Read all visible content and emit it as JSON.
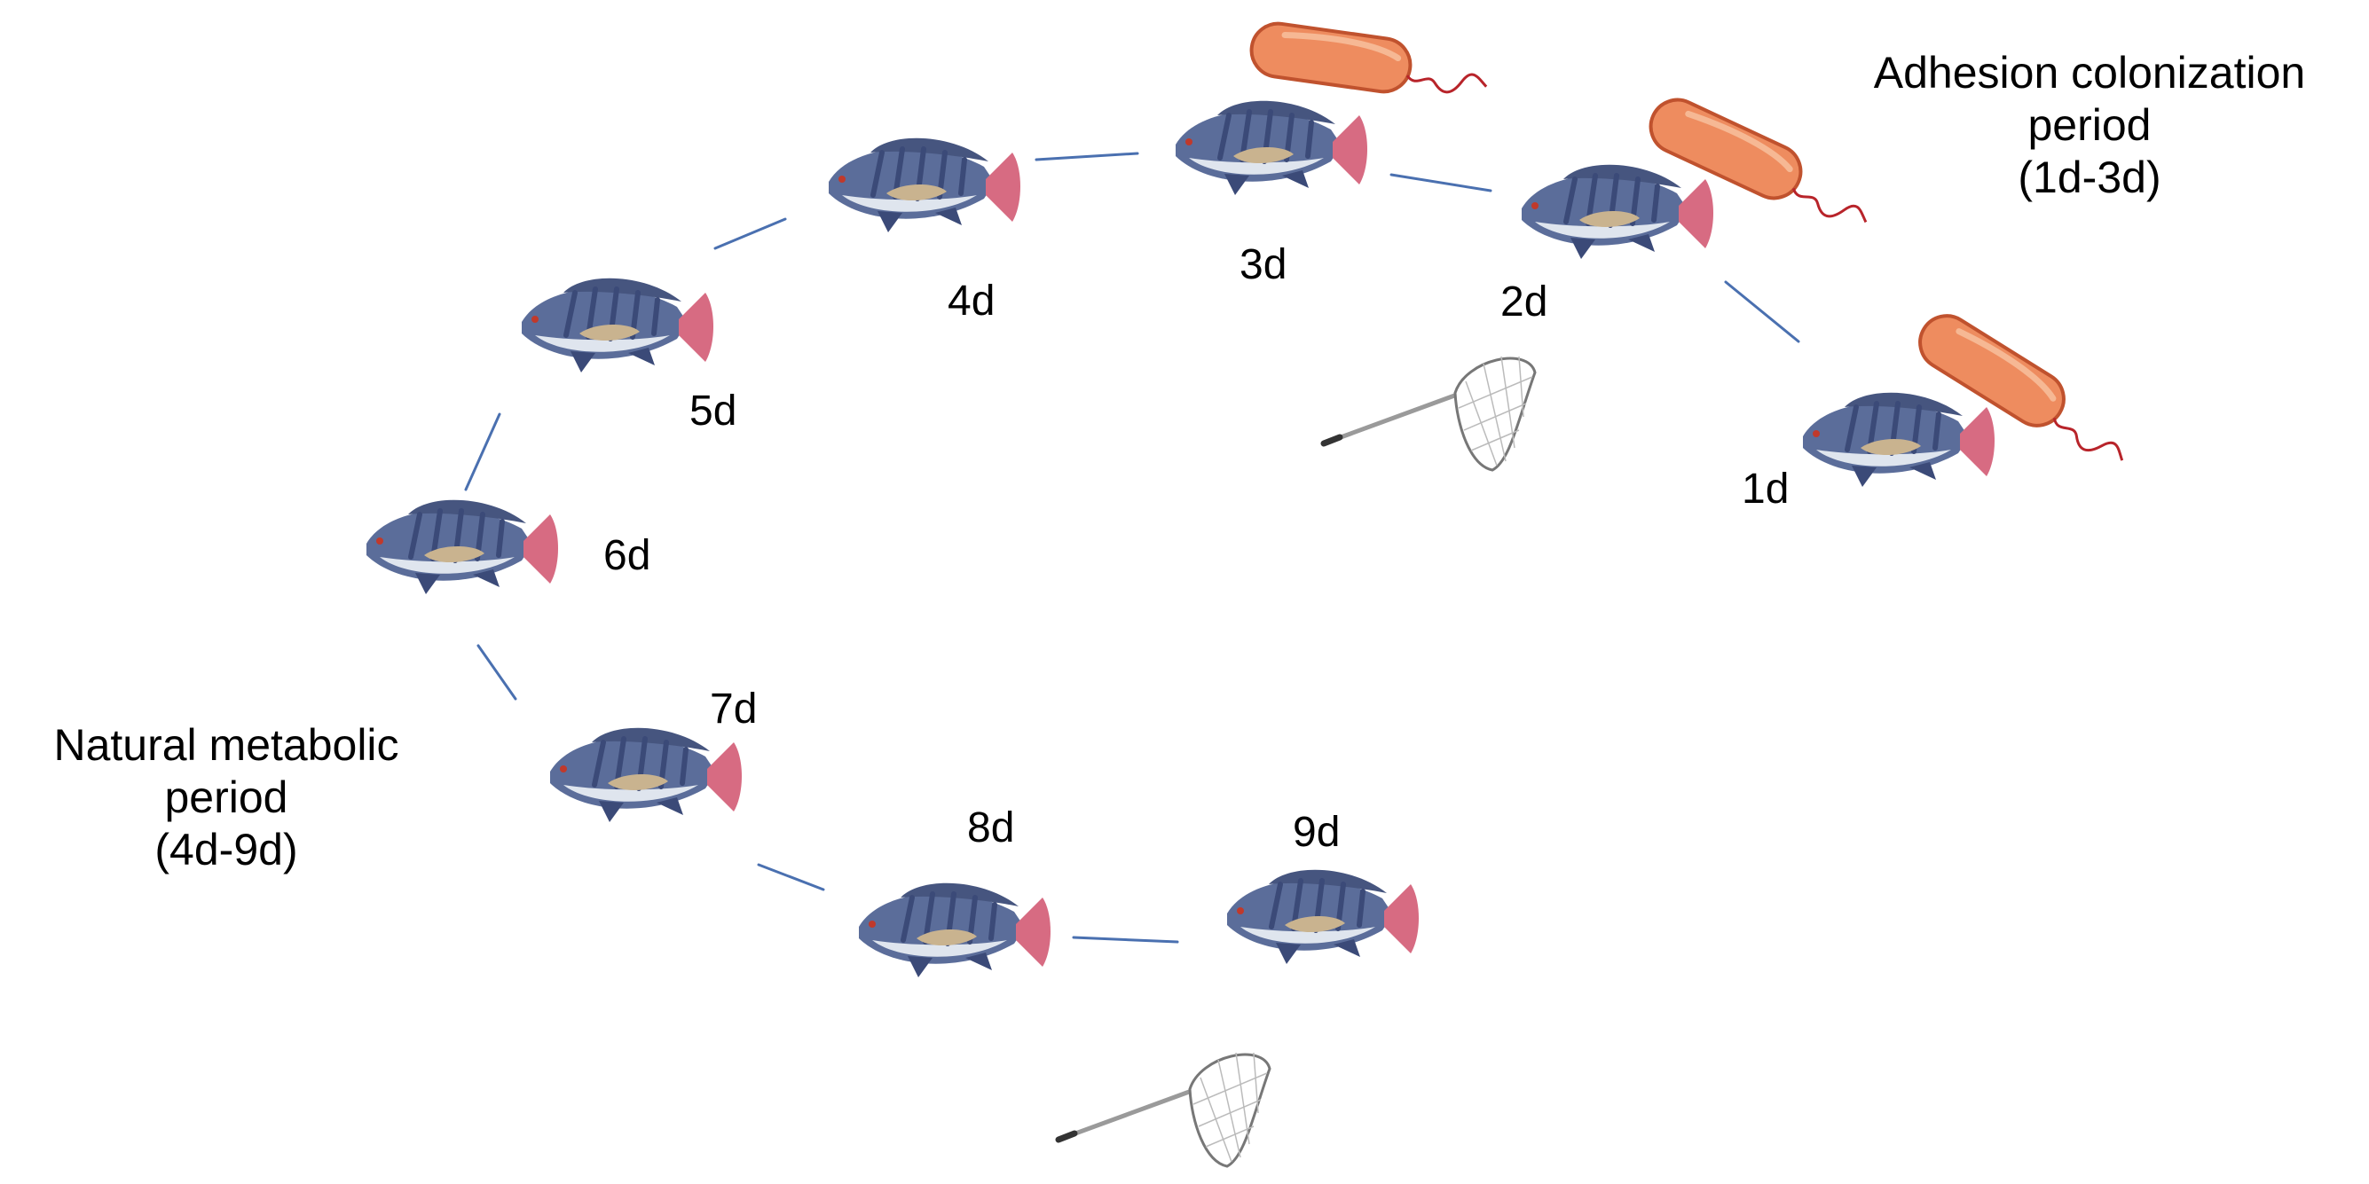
{
  "days": [
    {
      "label": "1d"
    },
    {
      "label": "2d"
    },
    {
      "label": "3d"
    },
    {
      "label": "4d"
    },
    {
      "label": "5d"
    },
    {
      "label": "6d"
    },
    {
      "label": "7d"
    },
    {
      "label": "8d"
    },
    {
      "label": "9d"
    }
  ],
  "adhesion_period": {
    "line1": "Adhesion colonization",
    "line2": "period",
    "line3": "(1d-3d)"
  },
  "metabolic_period": {
    "line1": "Natural metabolic",
    "line2": "period",
    "line3": "(4d-9d)"
  },
  "colors": {
    "fish_body": "#5b6d9a",
    "fish_stripe": "#3b4a78",
    "fish_belly": "#dfe5ee",
    "fish_gut": "#c9b38f",
    "fish_tail": "#d76b82",
    "bacterium": "#ee8c5f",
    "bacterium_outline": "#c0522e",
    "flagellum": "#b8242a",
    "path_line": "#4a70b0",
    "net_handle": "#9a9a9a"
  },
  "icons": [
    "fish-icon",
    "bacterium-icon",
    "fishing-net-icon"
  ]
}
